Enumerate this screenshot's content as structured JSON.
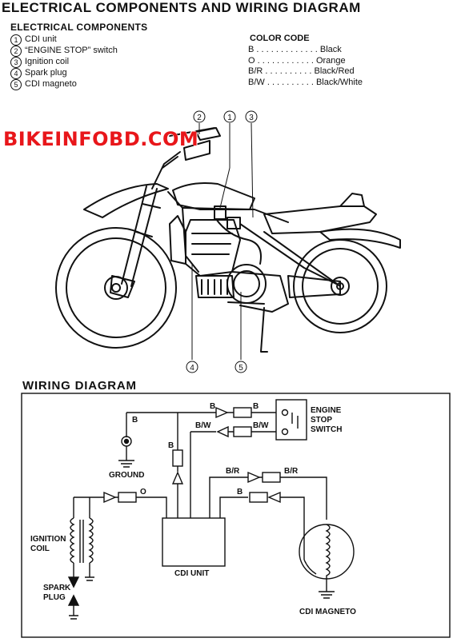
{
  "header": {
    "title": "ELECTRICAL COMPONENTS AND WIRING DIAGRAM",
    "subtitle": "ELECTRICAL COMPONENTS"
  },
  "components": [
    {
      "num": "1",
      "label": "CDI unit"
    },
    {
      "num": "2",
      "label": "“ENGINE STOP” switch"
    },
    {
      "num": "3",
      "label": "Ignition coil"
    },
    {
      "num": "4",
      "label": "Spark plug"
    },
    {
      "num": "5",
      "label": "CDI magneto"
    }
  ],
  "color_code": {
    "heading": "COLOR CODE",
    "rows": [
      "B . . . . . . . . . . . . . Black",
      "O . . . . . . . . . . . . Orange",
      "B/R . . . . . . . . . . Black/Red",
      "B/W . . . . . . . . . . Black/White"
    ]
  },
  "watermark": "BIKEINFOBD.COM",
  "callouts": [
    "1",
    "2",
    "3",
    "4",
    "5"
  ],
  "wiring": {
    "title": "WIRING DIAGRAM",
    "labels": {
      "engine_stop_switch": [
        "ENGINE",
        "STOP",
        "SWITCH"
      ],
      "ground": "GROUND",
      "ignition_coil": [
        "IGNITION",
        "COIL"
      ],
      "spark_plug": [
        "SPARK",
        "PLUG"
      ],
      "cdi_unit": "CDI UNIT",
      "cdi_magneto": "CDI MAGNETO"
    },
    "wire_codes": {
      "b_top_left": "B",
      "b_top_mid": "B",
      "b_top_right": "B",
      "bw_left": "B/W",
      "bw_right": "B/W",
      "b_vertical": "B",
      "o": "O",
      "br_left": "B/R",
      "br_right": "B/R",
      "b_lower": "B"
    }
  }
}
